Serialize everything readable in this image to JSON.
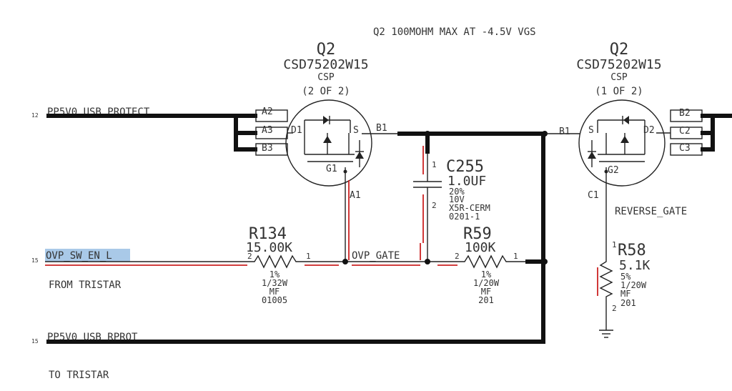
{
  "note": "Q2 100MOHM MAX AT -4.5V VGS",
  "q2a": {
    "ref": "Q2",
    "part": "CSD75202W15",
    "pkg": "CSP",
    "part_of": "(2 OF 2)",
    "pins": {
      "a2": "A2",
      "a3": "A3",
      "b3": "B3",
      "b1": "B1",
      "a1": "A1",
      "d1": "D1",
      "s": "S",
      "g1": "G1"
    }
  },
  "q2b": {
    "ref": "Q2",
    "part": "CSD75202W15",
    "pkg": "CSP",
    "part_of": "(1 OF 2)",
    "pins": {
      "b1": "B1",
      "s": "S",
      "d2": "D2",
      "g2": "G2",
      "c1": "C1",
      "b2": "B2",
      "c2": "C2",
      "c3": "C3"
    }
  },
  "c255": {
    "ref": "C255",
    "value": "1.0UF",
    "tol": "20%",
    "volt": "10V",
    "dielectric": "X5R-CERM",
    "pkg": "0201-1",
    "pin1": "1",
    "pin2": "2"
  },
  "r134": {
    "ref": "R134",
    "value": "15.00K",
    "tol": "1%",
    "power": "1/32W",
    "type": "MF",
    "pkg": "01005",
    "pin1": "1",
    "pin2": "2"
  },
  "r59": {
    "ref": "R59",
    "value": "100K",
    "tol": "1%",
    "power": "1/20W",
    "type": "MF",
    "pkg": "201",
    "pin1": "1",
    "pin2": "2"
  },
  "r58": {
    "ref": "R58",
    "value": "5.1K",
    "tol": "5%",
    "power": "1/20W",
    "type": "MF",
    "pkg": "201",
    "pin1": "1",
    "pin2": "2"
  },
  "nets": {
    "pp5v0_protect": {
      "name": "PP5V0_USB_PROTECT",
      "sheet": "12"
    },
    "ovp_sw_en_l": {
      "name": "OVP_SW_EN_L",
      "sheet": "15",
      "highlight": "#a9c9e8"
    },
    "from_tristar": "FROM TRISTAR",
    "pp5v0_rprot": {
      "name": "PP5V0_USB_RPROT",
      "sheet": "15"
    },
    "to_tristar": "TO TRISTAR",
    "ovp_gate": "OVP_GATE",
    "reverse_gate": "REVERSE_GATE"
  },
  "colors": {
    "wire": "#111111",
    "annotation": "#cc2222",
    "text": "#333333"
  }
}
